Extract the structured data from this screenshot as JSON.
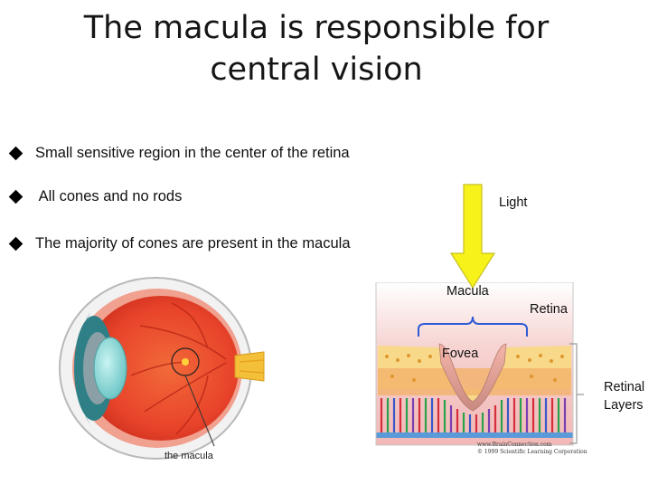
{
  "slide": {
    "title_line1": "The macula is responsible for",
    "title_line2": "central vision"
  },
  "bullets": [
    "Small sensitive region in the center of the retina",
    " All cones and no rods",
    "The majority of cones are present in the macula"
  ],
  "eye_diagram": {
    "caption": "the macula"
  },
  "retina_diagram": {
    "light_label": "Light",
    "macula_label": "Macula",
    "retina_label": "Retina",
    "fovea_label": "Fovea",
    "layers_label_line1": "Retinal",
    "layers_label_line2": "Layers",
    "credit_line1": "www.BrainConnection.com",
    "credit_line2": "© 1999 Scientific Learning Corporation"
  },
  "colors": {
    "arrow_fill": "#f7f21a",
    "arrow_stroke": "#c8c020",
    "eye_red": "#e8432a",
    "pink_tissue": "#f5c7c7"
  }
}
